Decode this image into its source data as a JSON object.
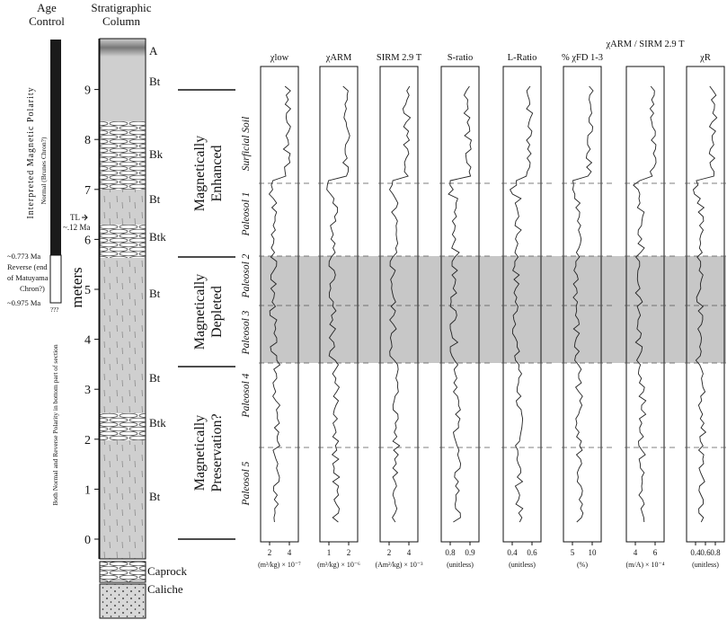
{
  "age_control": {
    "title_line1": "Age",
    "title_line2": "Control",
    "polarity_label": "Interpreted Magnetic Polarity",
    "normal_label": "Normal (Brunes Chron?)",
    "age_top": "~0.773 Ma",
    "reverse_line1": "Reverse (end",
    "reverse_line2": "of Matuyama",
    "reverse_line3": "Chron?)",
    "age_bottom": "~0.975 Ma",
    "question_marks": "???",
    "both_label": "Both Normal and Reverse Polarity in bottom part of section"
  },
  "strat_column": {
    "title_line1": "Stratigraphic",
    "title_line2": "Column",
    "axis_label": "meters",
    "ticks": [
      "0",
      "1",
      "2",
      "3",
      "4",
      "5",
      "6",
      "7",
      "8",
      "9"
    ],
    "tl_marker": "TL",
    "tl_age": "~.12 Ma",
    "horizons": [
      "A",
      "Bt",
      "Bk",
      "Bt",
      "Btk",
      "Bt",
      "Bt",
      "Btk",
      "Bt",
      "Caprock",
      "Caliche"
    ]
  },
  "zones": {
    "enhanced": [
      "Magnetically",
      "Enhanced"
    ],
    "depleted": [
      "Magnetically",
      "Depleted"
    ],
    "preservation": [
      "Magnetically",
      "Preservation?"
    ]
  },
  "soils": [
    "Surficial Soil",
    "Paleosol 1",
    "Paleosol 2",
    "Paleosol 3",
    "Paleosol 4",
    "Paleosol 5"
  ],
  "panels": [
    {
      "title": "χlow",
      "tick_labels": [
        "2",
        "4"
      ],
      "units": "(m³/kg) × 10⁻⁷"
    },
    {
      "title": "χARM",
      "tick_labels": [
        "1",
        "2"
      ],
      "units": "(m³/kg) × 10⁻⁶"
    },
    {
      "title": "SIRM 2.9 T",
      "tick_labels": [
        "2",
        "4"
      ],
      "units": "(Am²/kg) × 10⁻³"
    },
    {
      "title": "S-ratio",
      "tick_labels": [
        "0.8",
        "0.9"
      ],
      "units": "(unitless)"
    },
    {
      "title": "L-Ratio",
      "tick_labels": [
        "0.4",
        "0.6"
      ],
      "units": "(unitless)"
    },
    {
      "title": "% χFD 1-3",
      "tick_labels": [
        "5",
        "10"
      ],
      "units": "(%)"
    },
    {
      "title": "χARM / SIRM 2.9 T",
      "tick_labels": [
        "4",
        "6"
      ],
      "units": "(m/A) × 10⁻⁴"
    },
    {
      "title": "χR",
      "tick_labels": [
        "0.4",
        "0.6",
        "0.8"
      ],
      "units": "(unitless)"
    }
  ]
}
